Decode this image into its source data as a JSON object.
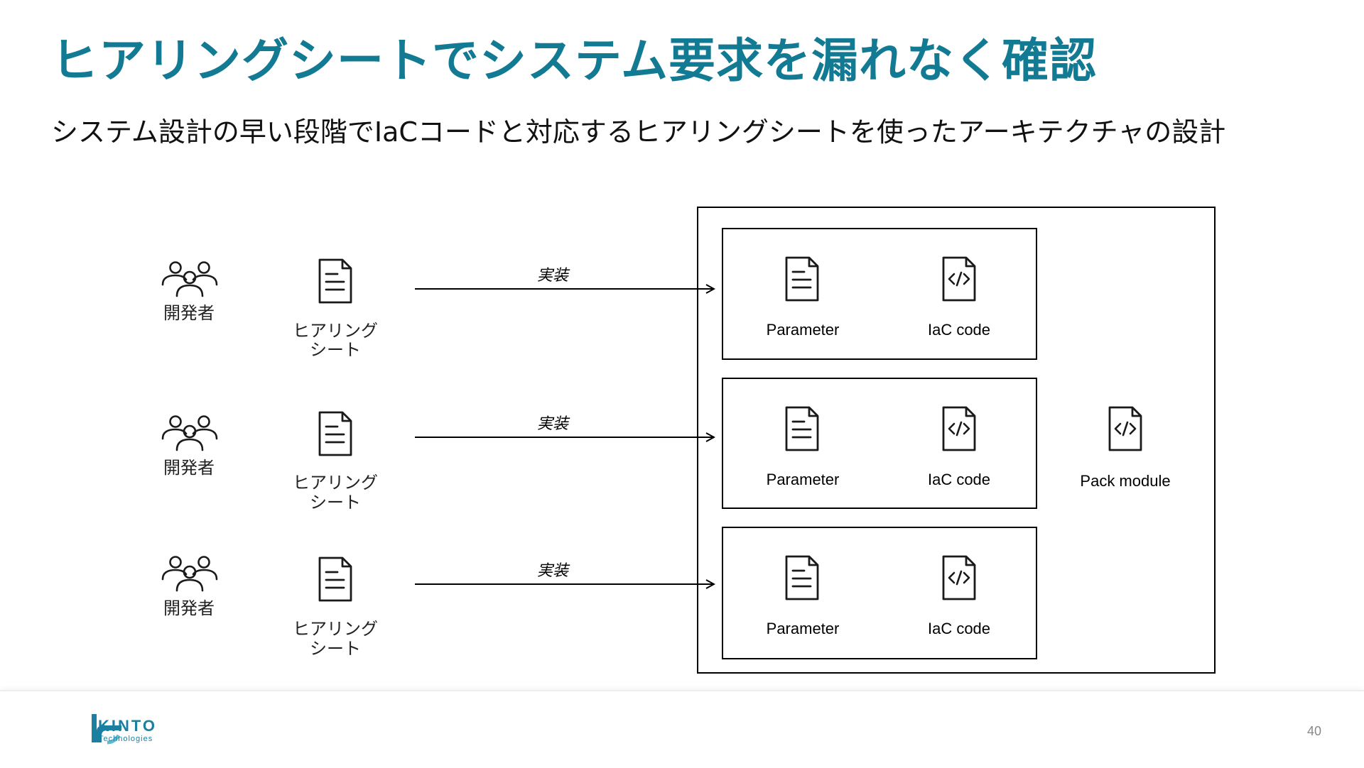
{
  "slide": {
    "title": "ヒアリングシートでシステム要求を漏れなく確認",
    "subtitle": "システム設計の早い段階でIaCコードと対応するヒアリングシートを使ったアーキテクチャの設計",
    "page_number": "40"
  },
  "colors": {
    "title": "#127a93",
    "brand": "#1a7fa0",
    "line": "#000000",
    "icon": "#1a1a1a"
  },
  "diagram": {
    "rows": [
      {
        "developer_label": "開発者",
        "sheet_label_line1": "ヒアリング",
        "sheet_label_line2": "シート",
        "arrow_label": "実装",
        "parameter_label": "Parameter",
        "code_label": "IaC code"
      },
      {
        "developer_label": "開発者",
        "sheet_label_line1": "ヒアリング",
        "sheet_label_line2": "シート",
        "arrow_label": "実装",
        "parameter_label": "Parameter",
        "code_label": "IaC code"
      },
      {
        "developer_label": "開発者",
        "sheet_label_line1": "ヒアリング",
        "sheet_label_line2": "シート",
        "arrow_label": "実装",
        "parameter_label": "Parameter",
        "code_label": "IaC code"
      }
    ],
    "pack_label": "Pack module",
    "icons": {
      "developer": "users-icon",
      "sheet": "document-icon",
      "parameter": "document-icon",
      "code": "code-file-icon"
    }
  },
  "footer": {
    "logo_name": "KINTO",
    "logo_sub": "Technologies"
  }
}
